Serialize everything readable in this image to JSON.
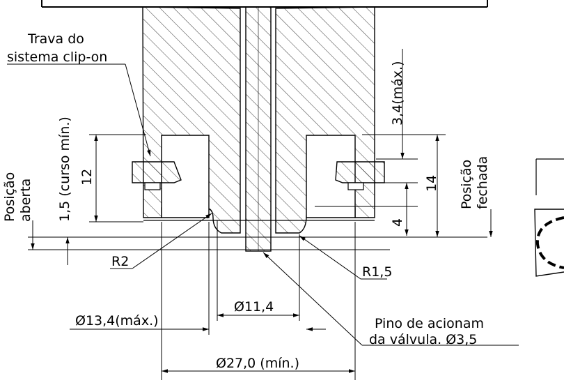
{
  "labels": {
    "trava_line1": "Trava do",
    "trava_line2": "sistema clip-on",
    "posicao_aberta_1": "Posição",
    "posicao_aberta_2": "aberta",
    "curso_min": "1,5 (curso mín.)",
    "dim_12": "12",
    "dim_3_4": "3,4(máx.)",
    "dim_14": "14",
    "dim_4": "4",
    "posicao_fechada_1": "Posição",
    "posicao_fechada_2": "fechada",
    "r2": "R2",
    "r1_5": "R1,5",
    "dia_11_4": "Ø11,4",
    "dia_13_4": "Ø13,4(máx.)",
    "dia_27": "Ø27,0 (mín.)",
    "pino_line1": "Pino de acionam",
    "pino_line2": "da válvula. Ø3,5"
  },
  "colors": {
    "line": "#000000",
    "background": "#ffffff"
  }
}
